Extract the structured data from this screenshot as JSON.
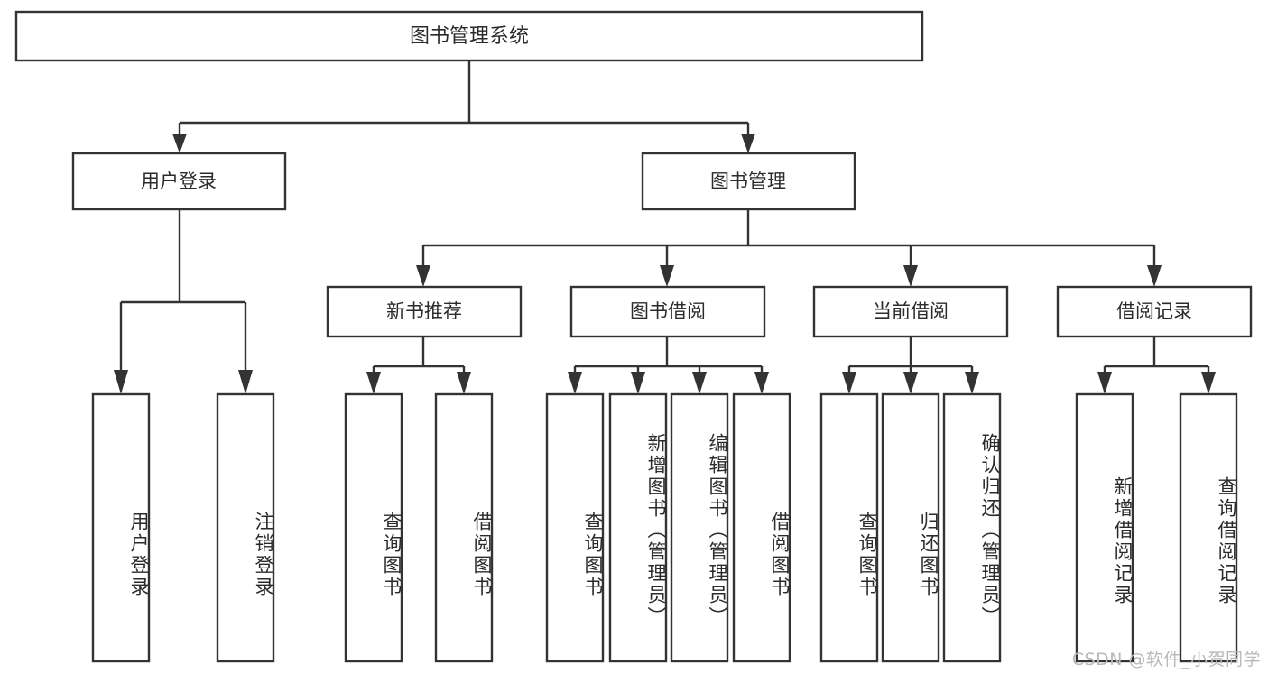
{
  "diagram": {
    "type": "tree-hierarchy",
    "title": "图书管理系统",
    "watermark": "CSDN @软件_小贺同学",
    "colors": {
      "stroke": "#333333",
      "box_fill": "#ffffff",
      "text": "#2b2b2b",
      "background": "#ffffff",
      "watermark": "#b9b9b9"
    },
    "root": {
      "label": "图书管理系统"
    },
    "level2": [
      {
        "label": "用户登录"
      },
      {
        "label": "图书管理"
      }
    ],
    "level3": [
      {
        "label": "新书推荐"
      },
      {
        "label": "图书借阅"
      },
      {
        "label": "当前借阅"
      },
      {
        "label": "借阅记录"
      }
    ],
    "leaves": {
      "user_login": [
        {
          "label": "用户登录"
        },
        {
          "label": "注销登录"
        }
      ],
      "new_book_recommend": [
        {
          "label": "查询图书"
        },
        {
          "label": "借阅图书"
        }
      ],
      "book_borrow": [
        {
          "label": "查询图书"
        },
        {
          "label": "新增图书（管理员）"
        },
        {
          "label": "编辑图书（管理员）"
        },
        {
          "label": "借阅图书"
        }
      ],
      "current_borrow": [
        {
          "label": "查询图书"
        },
        {
          "label": "归还图书"
        },
        {
          "label": "确认归还（管理员）"
        }
      ],
      "borrow_record": [
        {
          "label": "新增借阅记录"
        },
        {
          "label": "查询借阅记录"
        }
      ]
    },
    "edges": [
      {
        "from": "图书管理系统",
        "to": "用户登录"
      },
      {
        "from": "图书管理系统",
        "to": "图书管理"
      },
      {
        "from": "用户登录",
        "to": "用户登录"
      },
      {
        "from": "用户登录",
        "to": "注销登录"
      },
      {
        "from": "图书管理",
        "to": "新书推荐"
      },
      {
        "from": "图书管理",
        "to": "图书借阅"
      },
      {
        "from": "图书管理",
        "to": "当前借阅"
      },
      {
        "from": "图书管理",
        "to": "借阅记录"
      },
      {
        "from": "新书推荐",
        "to": "查询图书"
      },
      {
        "from": "新书推荐",
        "to": "借阅图书"
      },
      {
        "from": "图书借阅",
        "to": "查询图书"
      },
      {
        "from": "图书借阅",
        "to": "新增图书（管理员）"
      },
      {
        "from": "图书借阅",
        "to": "编辑图书（管理员）"
      },
      {
        "from": "图书借阅",
        "to": "借阅图书"
      },
      {
        "from": "当前借阅",
        "to": "查询图书"
      },
      {
        "from": "当前借阅",
        "to": "归还图书"
      },
      {
        "from": "当前借阅",
        "to": "确认归还（管理员）"
      },
      {
        "from": "借阅记录",
        "to": "新增借阅记录"
      },
      {
        "from": "借阅记录",
        "to": "查询借阅记录"
      }
    ]
  }
}
